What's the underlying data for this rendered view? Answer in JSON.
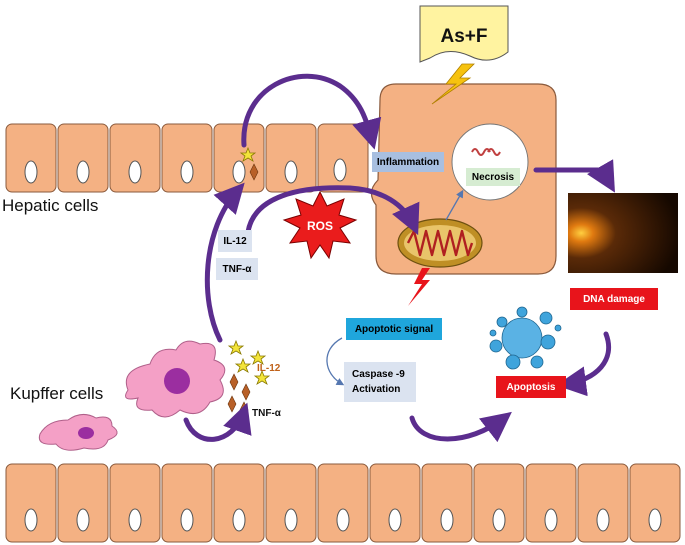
{
  "labels": {
    "hepatic_cells": "Hepatic cells",
    "kupffer_cells": "Kupffer cells",
    "toxin": "As+F",
    "inflammation": "Inflammation",
    "necrosis": "Necrosis",
    "ros": "ROS",
    "il12_box": "IL-12",
    "tnf_box": "TNF-α",
    "il12_kupffer": "IL-12",
    "tnf_kupffer": "TNF-α",
    "apoptotic_signal": "Apoptotic signal",
    "caspase_line1": "Caspase -9",
    "caspase_line2": "Activation",
    "dna_damage": "DNA damage",
    "apoptosis": "Apoptosis"
  },
  "colors": {
    "cell_fill": "#f4b183",
    "cell_stroke": "#8a5a3c",
    "arrow": "#5b2d8e",
    "red_box": "#e8141b",
    "blue_box": "#1fa6dc",
    "grey_blue_box": "#a8bfe0",
    "light_box": "#dbe3f0",
    "necrosis_box": "#d6ecd2",
    "ros_star": "#ea1c1c",
    "toxin_banner": "#fff3a0",
    "lightning": "#f6c20f",
    "kupffer_body": "#f4a0c6",
    "kupffer_nucleus": "#9b2ea0",
    "mito_outer": "#bf8f25",
    "mito_inner": "#b02020"
  }
}
